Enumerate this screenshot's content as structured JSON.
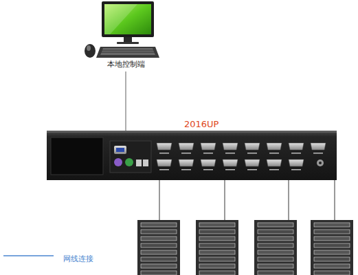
{
  "diagram": {
    "nodes": [
      {
        "text": [
          "本地控制端"
        ]
      },
      {
        "text": [
          "2016UP"
        ]
      }
    ],
    "edges": [
      {
        "from": 0,
        "to": 1,
        "arrow": "none"
      }
    ],
    "legend": [
      {
        "text": "网线连接"
      }
    ]
  }
}
